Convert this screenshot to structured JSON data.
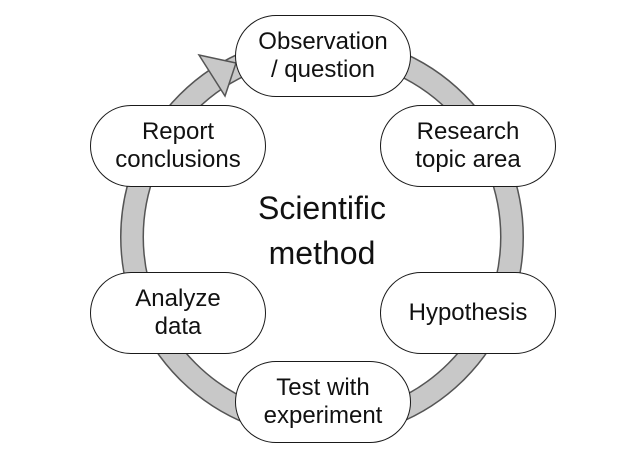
{
  "center_label": "Scientific\nmethod",
  "steps": [
    {
      "label": "Observation\n/ question"
    },
    {
      "label": "Research\ntopic area"
    },
    {
      "label": "Hypothesis"
    },
    {
      "label": "Test with\nexperiment"
    },
    {
      "label": "Analyze\ndata"
    },
    {
      "label": "Report\nconclusions"
    }
  ],
  "colors": {
    "cycle_band_fill": "#c8c8c8",
    "cycle_band_stroke": "#555555",
    "node_border": "#1a1a1a",
    "node_fill": "#ffffff",
    "text": "#111111"
  }
}
